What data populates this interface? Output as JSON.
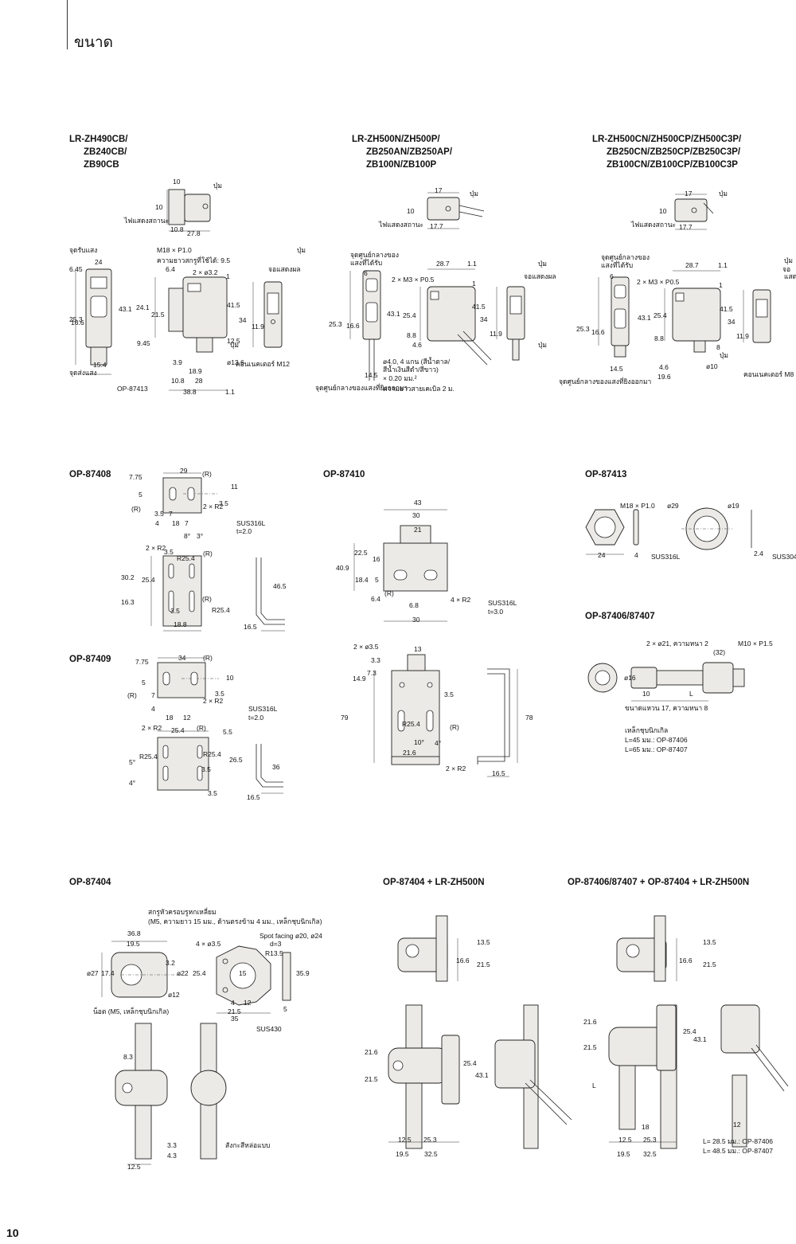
{
  "page": {
    "heading": "ขนาด",
    "number": "10"
  },
  "sections": {
    "s1": {
      "title": [
        "LR-ZH490CB/",
        "ZB240CB/",
        "ZB90CB"
      ],
      "labels": [
        "10",
        "ปุ่ม",
        "10",
        "ไฟแสดงสถานะ",
        "10.8",
        "27.8",
        "จุดรับแสง",
        "M18 × P1.0",
        "ปุ่ม",
        "ความยาวสกรูที่ใช้ได้: 9.5",
        "24",
        "6.4",
        "2 × ø3.2",
        "6.45",
        "1",
        "จอแสดงผล",
        "43.1",
        "24.1",
        "41.5",
        "25.3",
        "16.6",
        "21.5",
        "34",
        "11.9",
        "9.45",
        "12.5",
        "ปุ่ม",
        "3.9",
        "ø13.6",
        "15.4",
        "18.9",
        "คอนเนคเตอร์ M12",
        "จุดส่งแสง",
        "10.8",
        "28",
        "OP-87413",
        "38.8",
        "1.1"
      ]
    },
    "s2": {
      "title": [
        "LR-ZH500N/ZH500P/",
        "ZB250AN/ZB250AP/",
        "ZB100N/ZB100P"
      ],
      "labels": [
        "17",
        "ปุ่ม",
        "10",
        "ไฟแสดงสถานะ",
        "17.7",
        "จุดศูนย์กลางของ",
        "แสงที่ได้รับ",
        "28.7",
        "1.1",
        "ปุ่ม",
        "6",
        "2 × M3 × P0.5",
        "1",
        "จอแสดงผล",
        "43.1",
        "25.4",
        "41.5",
        "25.3",
        "16.6",
        "34",
        "8.8",
        "11.9",
        "4.6",
        "ปุ่ม",
        "ø4.0, 4 แกน (สีน้ำตาล/",
        "สีน้ำเงินสีดำ/สีขาว)",
        "× 0.20 มม.²",
        "14.5",
        "จุดศูนย์กลางของแสงที่ยิงออกมา",
        "ความยาวสายเคเบิล 2 ม."
      ]
    },
    "s3": {
      "title": [
        "LR-ZH500CN/ZH500CP/ZH500C3P/",
        "ZB250CN/ZB250CP/ZB250C3P/",
        "ZB100CN/ZB100CP/ZB100C3P"
      ],
      "labels": [
        "17",
        "ปุ่ม",
        "10",
        "ไฟแสดงสถานะ",
        "17.7",
        "จุดศูนย์กลางของ",
        "แสงที่ได้รับ",
        "28.7",
        "1.1",
        "ปุ่ม",
        "จอ",
        "แสดงผล",
        "6",
        "2 × M3 × P0.5",
        "1",
        "43.1",
        "25.4",
        "41.5",
        "25.3",
        "16.6",
        "34",
        "8.8",
        "11.9",
        "8",
        "ปุ่ม",
        "4.6",
        "ø10",
        "14.5",
        "19.6",
        "คอนเนคเตอร์ M8",
        "จุดศูนย์กลางของแสงที่ยิงออกมา"
      ]
    },
    "s4": {
      "title": [
        "OP-87408"
      ],
      "labels": [
        "29",
        "7.75",
        "(R)",
        "11",
        "5",
        "3.5",
        "(R)",
        "2 × R2",
        "3.5",
        "7",
        "4",
        "18",
        "7",
        "SUS316L",
        "t=2.0",
        "2 × R2",
        "8°",
        "3°",
        "(R)",
        "R25.4",
        "3.5",
        "30.2",
        "25.4",
        "46.5",
        "(R)",
        "R25.4",
        "16.3",
        "3.5",
        "18.8",
        "16.5"
      ]
    },
    "s5": {
      "title": [
        "OP-87409"
      ],
      "labels": [
        "34",
        "7.75",
        "(R)",
        "10",
        "5",
        "3.5",
        "(R)",
        "2 × R2",
        "4",
        "7",
        "18",
        "12",
        "SUS316L",
        "t=2.0",
        "25.4",
        "2 × R2",
        "(R)",
        "5.5",
        "R25.4",
        "R25.4",
        "26.5",
        "5°",
        "3.5",
        "36",
        "4°",
        "3.5",
        "16.5"
      ]
    },
    "s6": {
      "title": [
        "OP-87410"
      ],
      "labels": [
        "43",
        "30",
        "21",
        "22.5",
        "16",
        "40.9",
        "18.4",
        "5",
        "(R)",
        "6.4",
        "4 × R2",
        "6.8",
        "SUS316L",
        "30",
        "t=3.0",
        "2 × ø3.5",
        "13",
        "3.3",
        "14.9",
        "7.3",
        "3.5",
        "79",
        "R25.4",
        "(R)",
        "78",
        "10°",
        "4°",
        "21.6",
        "2 × R2",
        "16.5"
      ]
    },
    "s7": {
      "title": [
        "OP-87413"
      ],
      "labels": [
        "M18 × P1.0",
        "ø29",
        "ø19",
        "24",
        "4",
        "SUS316L",
        "2.4",
        "SUS304"
      ]
    },
    "s8": {
      "title": [
        "OP-87406/87407"
      ],
      "labels": [
        "2 × ø21, ความหนา 2",
        "(32)",
        "M10 × P1.5",
        "ø16",
        "10",
        "L",
        "ขนาดแหวน 17, ความหนา 8",
        "เหล็กชุบนิกเกิล",
        "L=45 มม.: OP-87406",
        "L=65 มม.: OP-87407"
      ]
    },
    "s9": {
      "title": [
        "OP-87404"
      ],
      "labels": [
        "สกรูหัวครอบรูหกเหลี่ยม",
        "(M5, ความยาว 15 มม., ด้านตรงข้าม 4 มม., เหล็กชุบนิกเกิล)",
        "36.8",
        "19.5",
        "4 × ø3.5",
        "Spot facing ø20, ø24",
        "d=3",
        "R13.5",
        "3.2",
        "ø27",
        "17.4",
        "ø22",
        "25.4",
        "15",
        "35.9",
        "ø12",
        "4",
        "12",
        "5",
        "น็อต (M5, เหล็กชุบนิกเกิล)",
        "21.5",
        "35",
        "SUS430",
        "8.3",
        "3.3",
        "4.3",
        "12.5",
        "สังกะสีหล่อแบบ"
      ]
    },
    "s10": {
      "title": [
        "OP-87404 + LR-ZH500N"
      ],
      "labels": [
        "13.5",
        "16.6",
        "21.5",
        "21.6",
        "25.4",
        "21.5",
        "43.1",
        "12.5",
        "25.3",
        "19.5",
        "32.5"
      ]
    },
    "s11": {
      "title": [
        "OP-87406/87407 + OP-87404 + LR-ZH500N"
      ],
      "labels": [
        "13.5",
        "16.6",
        "21.5",
        "21.6",
        "25.4",
        "43.1",
        "21.5",
        "L",
        "18",
        "12",
        "12.5",
        "25.3",
        "19.5",
        "32.5",
        "L= 28.5 มม.: OP-87406",
        "L= 48.5 มม.: OP-87407"
      ]
    }
  }
}
